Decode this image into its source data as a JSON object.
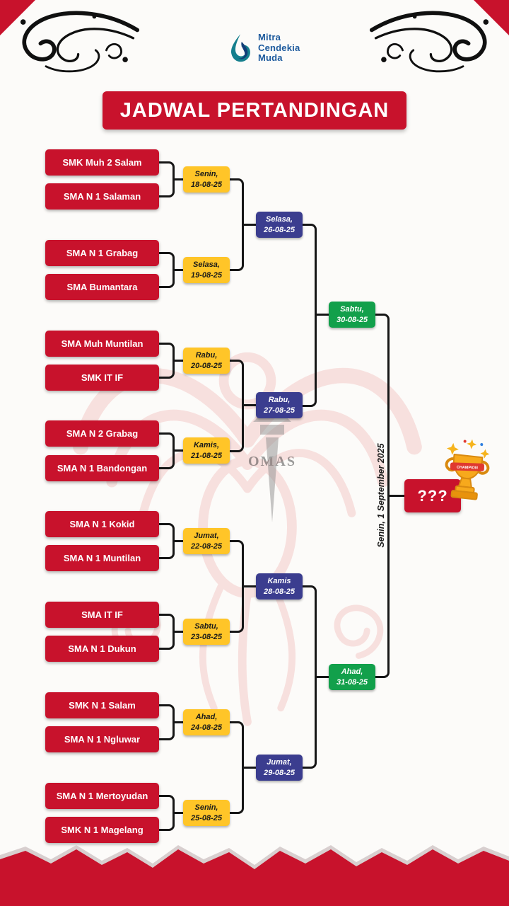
{
  "colors": {
    "red": "#c8122c",
    "yellow": "#ffc528",
    "blue": "#3b3d8f",
    "green": "#12a04b",
    "line": "#161616",
    "logo_blue": "#1d5a9d"
  },
  "logo": {
    "line1": "Mitra",
    "line2": "Cendekia",
    "line3": "Muda"
  },
  "title": "JADWAL PERTANDINGAN",
  "watermark_text": "OMAS",
  "trophy": {
    "band_text": "CHAMPION"
  },
  "bracket": {
    "round1": [
      {
        "a": "SMK Muh 2 Salam",
        "b": "SMA N 1 Salaman",
        "d1": "Senin,",
        "d2": "18-08-25"
      },
      {
        "a": "SMA N 1 Grabag",
        "b": "SMA Bumantara",
        "d1": "Selasa,",
        "d2": "19-08-25"
      },
      {
        "a": "SMA Muh Muntilan",
        "b": "SMK IT IF",
        "d1": "Rabu,",
        "d2": "20-08-25"
      },
      {
        "a": "SMA N 2 Grabag",
        "b": "SMA N 1 Bandongan",
        "d1": "Kamis,",
        "d2": "21-08-25"
      },
      {
        "a": "SMA N 1 Kokid",
        "b": "SMA N 1 Muntilan",
        "d1": "Jumat,",
        "d2": "22-08-25"
      },
      {
        "a": "SMA IT IF",
        "b": "SMA N 1 Dukun",
        "d1": "Sabtu,",
        "d2": "23-08-25"
      },
      {
        "a": "SMK N 1 Salam",
        "b": "SMA N 1 Ngluwar",
        "d1": "Ahad,",
        "d2": "24-08-25"
      },
      {
        "a": "SMA N 1 Mertoyudan",
        "b": "SMK N 1 Magelang",
        "d1": "Senin,",
        "d2": "25-08-25"
      }
    ],
    "round2": [
      {
        "d1": "Selasa,",
        "d2": "26-08-25"
      },
      {
        "d1": "Rabu,",
        "d2": "27-08-25"
      },
      {
        "d1": "Kamis",
        "d2": "28-08-25"
      },
      {
        "d1": "Jumat,",
        "d2": "29-08-25"
      }
    ],
    "semifinal": [
      {
        "d1": "Sabtu,",
        "d2": "30-08-25"
      },
      {
        "d1": "Ahad,",
        "d2": "31-08-25"
      }
    ],
    "final": {
      "date": "Senin, 1 September 2025",
      "winner": "???"
    }
  }
}
